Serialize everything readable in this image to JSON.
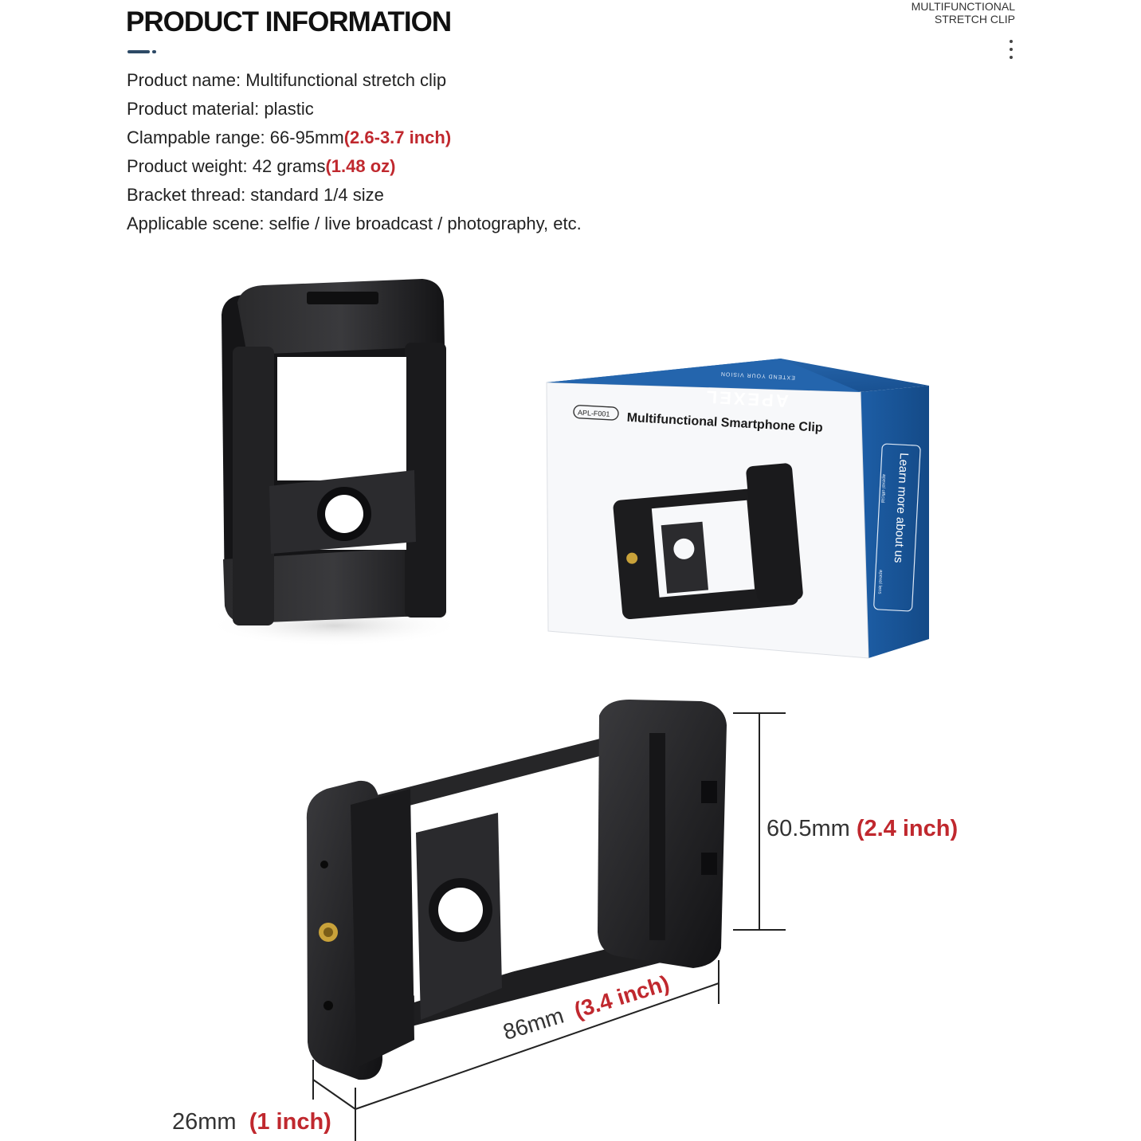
{
  "header": {
    "title": "PRODUCT INFORMATION",
    "corner_line1": "MULTIFUNCTIONAL",
    "corner_line2": "STRETCH CLIP"
  },
  "specs": [
    {
      "text": "Product name: Multifunctional stretch clip",
      "highlight": ""
    },
    {
      "text": "Product material: plastic",
      "highlight": ""
    },
    {
      "text": "Clampable range: 66-95mm",
      "highlight": "(2.6-3.7 inch)"
    },
    {
      "text": "Product weight: 42 grams",
      "highlight": "(1.48 oz)"
    },
    {
      "text": "Bracket thread: standard 1/4 size",
      "highlight": ""
    },
    {
      "text": "Applicable scene: selfie / live broadcast / photography, etc.",
      "highlight": ""
    }
  ],
  "box": {
    "brand": "APEXEL",
    "tagline": "EXTEND YOUR VISION",
    "model": "APL-F001",
    "product_name": "Multifunctional Smartphone Clip",
    "side_text": "Learn more about us",
    "side_small1": "apexel official",
    "side_small2": "apexel lens"
  },
  "dimensions": {
    "height_value": "60.5mm",
    "height_inch": "(2.4 inch)",
    "length_value": "86mm",
    "length_inch": "(3.4 inch)",
    "depth_value": "26mm",
    "depth_inch": "(1 inch)"
  },
  "colors": {
    "accent_red": "#c0282e",
    "box_blue": "#1f5fa8",
    "clip_black": "#1c1c1e",
    "title_bar": "#2d4a66"
  }
}
